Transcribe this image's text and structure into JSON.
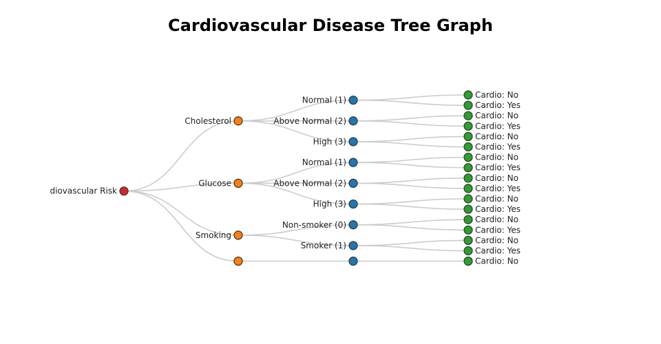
{
  "title": "Cardiovascular Disease Tree Graph",
  "colors": {
    "root": "#d62728",
    "factor": "#ff7f0e",
    "level": "#1f77b4",
    "outcome": "#2ca02c",
    "link": "#cccccc"
  },
  "tree": {
    "name": "diovascular Risk",
    "children": [
      {
        "name": "Cholesterol",
        "children": [
          {
            "name": "Normal (1)",
            "children": [
              {
                "name": "Cardio: No"
              },
              {
                "name": "Cardio: Yes"
              }
            ]
          },
          {
            "name": "Above Normal (2)",
            "children": [
              {
                "name": "Cardio: No"
              },
              {
                "name": "Cardio: Yes"
              }
            ]
          },
          {
            "name": "High (3)",
            "children": [
              {
                "name": "Cardio: No"
              },
              {
                "name": "Cardio: Yes"
              }
            ]
          }
        ]
      },
      {
        "name": "Glucose",
        "children": [
          {
            "name": "Normal (1)",
            "children": [
              {
                "name": "Cardio: No"
              },
              {
                "name": "Cardio: Yes"
              }
            ]
          },
          {
            "name": "Above Normal (2)",
            "children": [
              {
                "name": "Cardio: No"
              },
              {
                "name": "Cardio: Yes"
              }
            ]
          },
          {
            "name": "High (3)",
            "children": [
              {
                "name": "Cardio: No"
              },
              {
                "name": "Cardio: Yes"
              }
            ]
          }
        ]
      },
      {
        "name": "Smoking",
        "children": [
          {
            "name": "Non-smoker (0)",
            "children": [
              {
                "name": "Cardio: No"
              },
              {
                "name": "Cardio: Yes"
              }
            ]
          },
          {
            "name": "Smoker (1)",
            "children": [
              {
                "name": "Cardio: No"
              },
              {
                "name": "Cardio: Yes"
              }
            ]
          }
        ]
      },
      {
        "name": "",
        "children": [
          {
            "name": "",
            "children": [
              {
                "name": "Cardio: No"
              }
            ]
          }
        ]
      }
    ]
  }
}
